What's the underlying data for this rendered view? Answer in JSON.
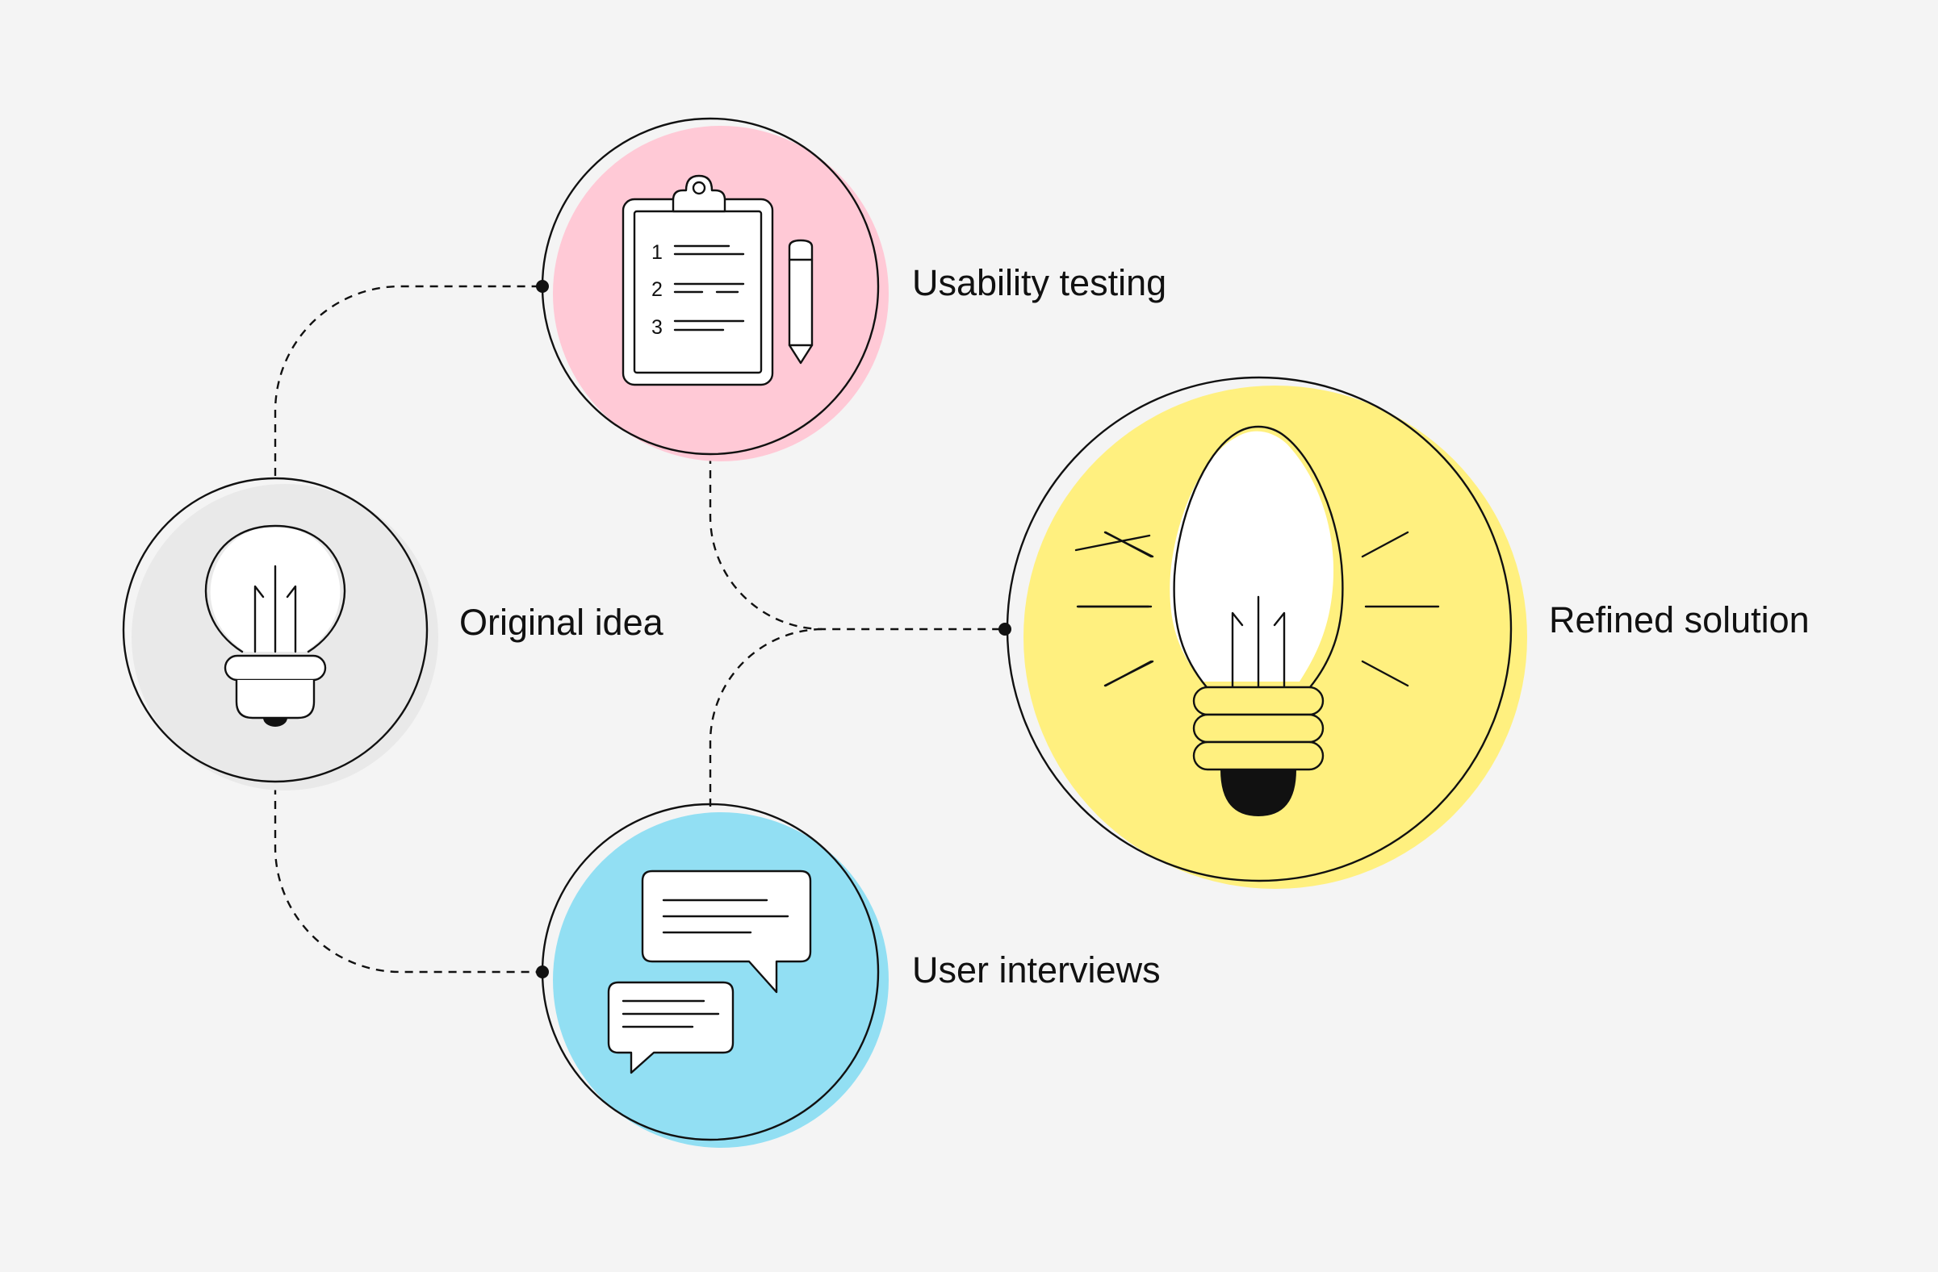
{
  "nodes": {
    "original": {
      "label": "Original idea",
      "color": "#e9e9e9",
      "icon": "lightbulb-icon"
    },
    "usability": {
      "label": "Usability testing",
      "color": "#ffc9d6",
      "icon": "clipboard-icon",
      "list_numbers": [
        "1",
        "2",
        "3"
      ]
    },
    "interviews": {
      "label": "User interviews",
      "color": "#92dff3",
      "icon": "speech-bubbles-icon"
    },
    "refined": {
      "label": "Refined solution",
      "color": "#fff07f",
      "icon": "glowing-lightbulb-icon"
    }
  },
  "connectors": [
    {
      "from": "Original idea",
      "to": "Usability testing"
    },
    {
      "from": "Original idea",
      "to": "User interviews"
    },
    {
      "from": "Usability testing",
      "to": "Refined solution"
    },
    {
      "from": "User interviews",
      "to": "Refined solution"
    }
  ],
  "colors": {
    "background": "#f4f4f4",
    "stroke": "#111111"
  }
}
